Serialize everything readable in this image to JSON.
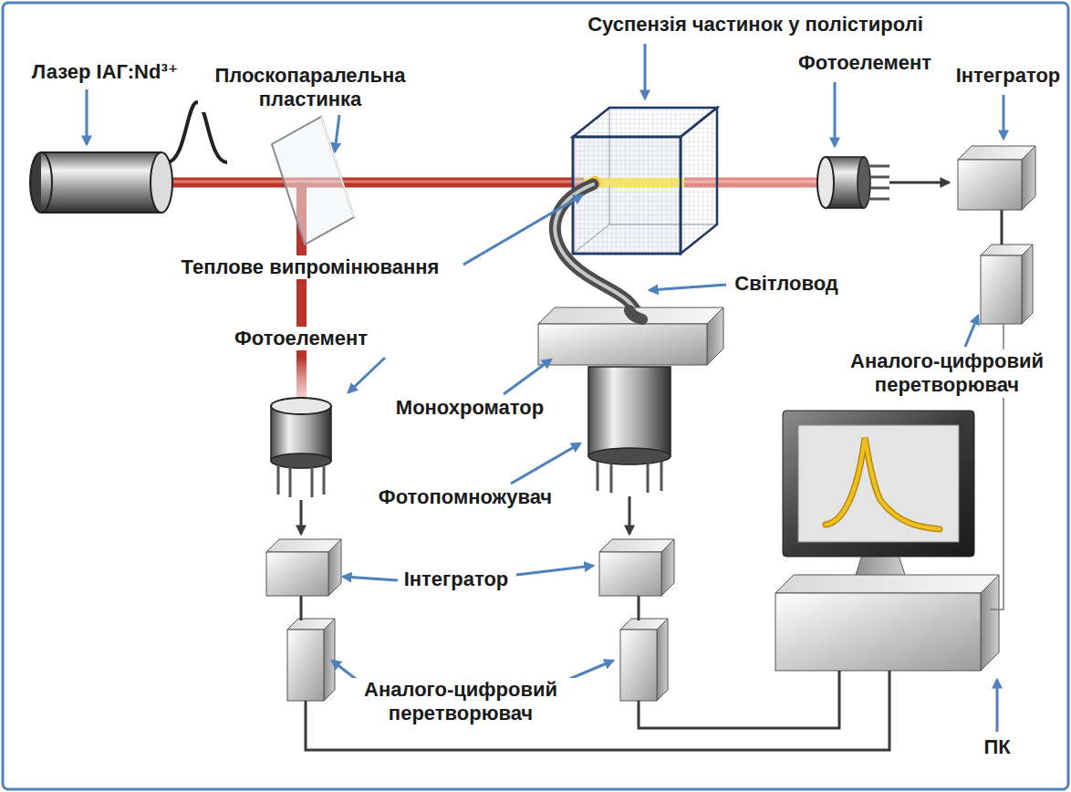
{
  "diagram": {
    "labels": [
      "Лазер ІАГ:Nd³⁺",
      "Плоскопаралельна пластинка",
      "Суспензія частинок у полістиролі",
      "Фотоелемент",
      "Інтегратор",
      "Теплове випромінювання",
      "Світловод",
      "Фотоелемент",
      "Монохроматор",
      "Аналого-цифровий перетворювач",
      "Фотопомножувач",
      "Інтегратор",
      "Аналого-цифровий перетворювач",
      "ПК"
    ]
  }
}
